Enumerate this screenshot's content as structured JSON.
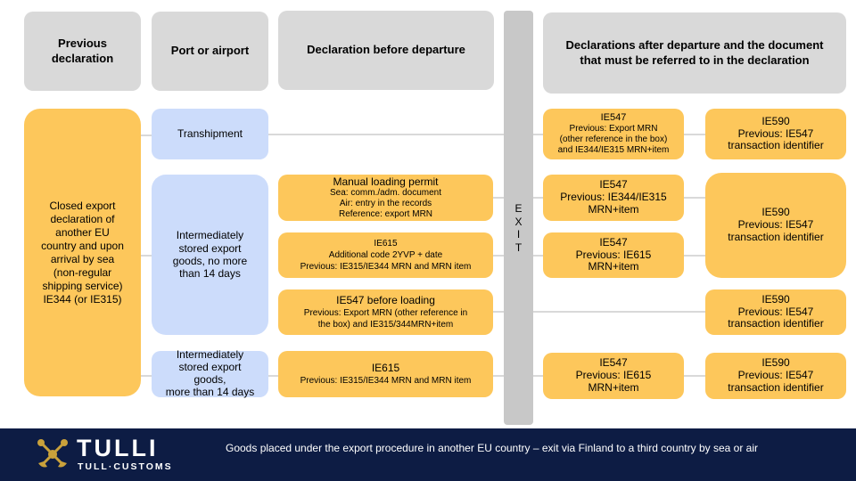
{
  "headers": {
    "previous_declaration": [
      "Previous",
      "declaration"
    ],
    "port": "Port or airport",
    "before_departure": "Declaration before departure",
    "after_departure": [
      "Declarations after departure and the document",
      "that must be referred to in the declaration"
    ]
  },
  "previous_box": [
    "Closed export",
    "declaration of",
    "another EU",
    "country and upon",
    "arrival by sea",
    "(non-regular",
    "shipping service)",
    "IE344 (or IE315)"
  ],
  "port_boxes": {
    "transhipment": [
      "Transhipment"
    ],
    "stored_no_more": [
      "Intermediately",
      "stored export",
      "goods, no more",
      "than 14 days"
    ],
    "stored_more": [
      "Intermediately",
      "stored export",
      "goods,",
      "more than 14 days"
    ]
  },
  "before_boxes": {
    "manual_permit": [
      "Manual loading permit",
      "Sea: comm./adm. document",
      "Air: entry in the records",
      "Reference: export MRN"
    ],
    "ie615_a": [
      "IE615",
      "Additional code 2YVP + date",
      "Previous: IE315/IE344  MRN  and MRN  item"
    ],
    "ie547_before": [
      "IE547 before loading",
      "Previous:  Export MRN  (other reference in",
      "the box) and IE315/344MRN+item"
    ],
    "ie615_b": [
      "IE615",
      "Previous: IE315/IE344  MRN  and MRN  item"
    ]
  },
  "exit_label": [
    "E",
    "X",
    "I",
    "T"
  ],
  "after_boxes": {
    "ie547_a": [
      "IE547",
      "Previous:  Export MRN",
      "(other reference in the box)",
      "and IE344/IE315   MRN+item"
    ],
    "ie547_b": [
      "IE547",
      "Previous: IE344/IE315",
      "MRN+item"
    ],
    "ie547_c": [
      "IE547",
      "Previous: IE615",
      "MRN+item"
    ],
    "ie547_d": [
      "IE547",
      "Previous: IE615",
      "MRN+item"
    ]
  },
  "final_boxes": {
    "ie590_a": [
      "IE590",
      "Previous: IE547",
      "transaction identifier"
    ],
    "ie590_b": [
      "IE590",
      "Previous: IE547",
      "transaction identifier"
    ],
    "ie590_c": [
      "IE590",
      "Previous: IE547",
      "transaction identifier"
    ],
    "ie590_d": [
      "IE590",
      "Previous: IE547",
      "transaction identifier"
    ]
  },
  "footer": {
    "logo_text": "TULLI",
    "logo_subtext": "TULL·CUSTOMS",
    "caption": "Goods placed under the export procedure  in another EU country – exit via Finland  to a third country by sea or air"
  },
  "colors": {
    "header_gray": "#d9d9d9",
    "yellow": "#fdc75b",
    "blue": "#ccdcfb",
    "footer_navy": "#0d1c44",
    "logo_gold": "#c9a13b"
  }
}
